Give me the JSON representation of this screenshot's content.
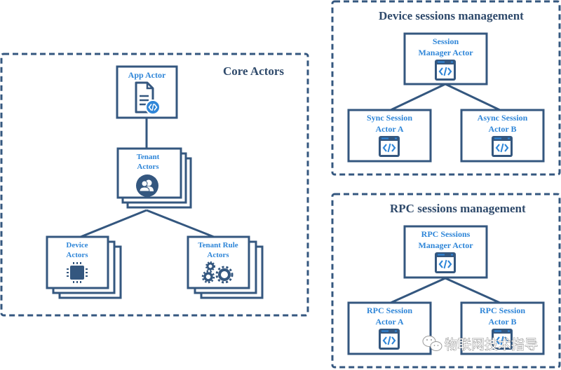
{
  "colors": {
    "stroke": "#34577f",
    "label": "#2f86d8",
    "title": "#2f4a6b",
    "icon_accent": "#2f86d8",
    "background": "#ffffff"
  },
  "groups": {
    "core": {
      "title": "Core Actors"
    },
    "device_sessions": {
      "title": "Device sessions management"
    },
    "rpc_sessions": {
      "title": "RPC sessions management"
    }
  },
  "nodes": {
    "app_actor": {
      "label_lines": [
        "App Actor"
      ],
      "icon": "code-document-icon",
      "stacked": false
    },
    "tenant_actors": {
      "label_lines": [
        "Tenant",
        "Actors"
      ],
      "icon": "users-icon",
      "stacked": true
    },
    "device_actors": {
      "label_lines": [
        "Device",
        "Actors"
      ],
      "icon": "chip-icon",
      "stacked": true
    },
    "tenant_rule_actors": {
      "label_lines": [
        "Tenant Rule",
        "Actors"
      ],
      "icon": "gears-icon",
      "stacked": true
    },
    "session_manager_actor": {
      "label_lines": [
        "Session",
        "Manager Actor"
      ],
      "icon": "code-window-icon",
      "stacked": false
    },
    "sync_session_actor_a": {
      "label_lines": [
        "Sync Session",
        "Actor A"
      ],
      "icon": "code-window-icon",
      "stacked": false
    },
    "async_session_actor_b": {
      "label_lines": [
        "Async Session",
        "Actor B"
      ],
      "icon": "code-window-icon",
      "stacked": false
    },
    "rpc_sessions_manager_actor": {
      "label_lines": [
        "RPC Sessions",
        "Manager Actor"
      ],
      "icon": "code-window-icon",
      "stacked": false
    },
    "rpc_session_actor_a": {
      "label_lines": [
        "RPC Session",
        "Actor A"
      ],
      "icon": "code-window-icon",
      "stacked": false
    },
    "rpc_session_actor_b": {
      "label_lines": [
        "RPC Session",
        "Actor B"
      ],
      "icon": "code-window-icon",
      "stacked": false
    }
  },
  "edges": [
    {
      "from": "app_actor",
      "to": "tenant_actors"
    },
    {
      "from": "tenant_actors",
      "to": "device_actors"
    },
    {
      "from": "tenant_actors",
      "to": "tenant_rule_actors"
    },
    {
      "from": "session_manager_actor",
      "to": "sync_session_actor_a"
    },
    {
      "from": "session_manager_actor",
      "to": "async_session_actor_b"
    },
    {
      "from": "rpc_sessions_manager_actor",
      "to": "rpc_session_actor_a"
    },
    {
      "from": "rpc_sessions_manager_actor",
      "to": "rpc_session_actor_b"
    }
  ],
  "watermark": {
    "text": "物联网技术指导",
    "icon": "wechat-icon"
  }
}
